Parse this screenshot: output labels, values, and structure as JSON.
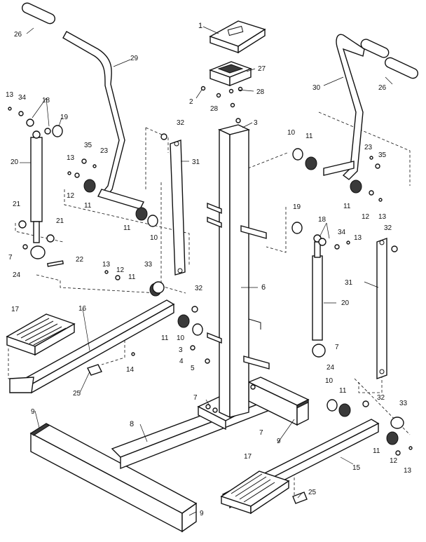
{
  "diagram": {
    "callouts": [
      {
        "id": "c1",
        "text": "1"
      },
      {
        "id": "c2",
        "text": "2"
      },
      {
        "id": "c3a",
        "text": "3"
      },
      {
        "id": "c3b",
        "text": "3"
      },
      {
        "id": "c4",
        "text": "4"
      },
      {
        "id": "c5",
        "text": "5"
      },
      {
        "id": "c6",
        "text": "6"
      },
      {
        "id": "c7a",
        "text": "7"
      },
      {
        "id": "c7b",
        "text": "7"
      },
      {
        "id": "c7c",
        "text": "7"
      },
      {
        "id": "c7d",
        "text": "7"
      },
      {
        "id": "c8",
        "text": "8"
      },
      {
        "id": "c9a",
        "text": "9"
      },
      {
        "id": "c9b",
        "text": "9"
      },
      {
        "id": "c9c",
        "text": "9"
      },
      {
        "id": "c10a",
        "text": "10"
      },
      {
        "id": "c10b",
        "text": "10"
      },
      {
        "id": "c10c",
        "text": "10"
      },
      {
        "id": "c10d",
        "text": "10"
      },
      {
        "id": "c11a",
        "text": "11"
      },
      {
        "id": "c11b",
        "text": "11"
      },
      {
        "id": "c11c",
        "text": "11"
      },
      {
        "id": "c11d",
        "text": "11"
      },
      {
        "id": "c11e",
        "text": "11"
      },
      {
        "id": "c11f",
        "text": "11"
      },
      {
        "id": "c11g",
        "text": "11"
      },
      {
        "id": "c11h",
        "text": "11"
      },
      {
        "id": "c12a",
        "text": "12"
      },
      {
        "id": "c12b",
        "text": "12"
      },
      {
        "id": "c12c",
        "text": "12"
      },
      {
        "id": "c12d",
        "text": "12"
      },
      {
        "id": "c13a",
        "text": "13"
      },
      {
        "id": "c13b",
        "text": "13"
      },
      {
        "id": "c13c",
        "text": "13"
      },
      {
        "id": "c13d",
        "text": "13"
      },
      {
        "id": "c13e",
        "text": "13"
      },
      {
        "id": "c13f",
        "text": "13"
      },
      {
        "id": "c14",
        "text": "14"
      },
      {
        "id": "c15",
        "text": "15"
      },
      {
        "id": "c16",
        "text": "16"
      },
      {
        "id": "c17a",
        "text": "17"
      },
      {
        "id": "c17b",
        "text": "17"
      },
      {
        "id": "c18a",
        "text": "18"
      },
      {
        "id": "c18b",
        "text": "18"
      },
      {
        "id": "c19a",
        "text": "19"
      },
      {
        "id": "c19b",
        "text": "19"
      },
      {
        "id": "c20a",
        "text": "20"
      },
      {
        "id": "c20b",
        "text": "20"
      },
      {
        "id": "c21a",
        "text": "21"
      },
      {
        "id": "c21b",
        "text": "21"
      },
      {
        "id": "c22",
        "text": "22"
      },
      {
        "id": "c23a",
        "text": "23"
      },
      {
        "id": "c23b",
        "text": "23"
      },
      {
        "id": "c24a",
        "text": "24"
      },
      {
        "id": "c24b",
        "text": "24"
      },
      {
        "id": "c25a",
        "text": "25"
      },
      {
        "id": "c25b",
        "text": "25"
      },
      {
        "id": "c26a",
        "text": "26"
      },
      {
        "id": "c26b",
        "text": "26"
      },
      {
        "id": "c27",
        "text": "27"
      },
      {
        "id": "c28a",
        "text": "28"
      },
      {
        "id": "c28b",
        "text": "28"
      },
      {
        "id": "c29",
        "text": "29"
      },
      {
        "id": "c30",
        "text": "30"
      },
      {
        "id": "c31a",
        "text": "31"
      },
      {
        "id": "c31b",
        "text": "31"
      },
      {
        "id": "c32a",
        "text": "32"
      },
      {
        "id": "c32b",
        "text": "32"
      },
      {
        "id": "c32c",
        "text": "32"
      },
      {
        "id": "c32d",
        "text": "32"
      },
      {
        "id": "c33a",
        "text": "33"
      },
      {
        "id": "c33b",
        "text": "33"
      },
      {
        "id": "c34a",
        "text": "34"
      },
      {
        "id": "c34b",
        "text": "34"
      },
      {
        "id": "c35a",
        "text": "35"
      },
      {
        "id": "c35b",
        "text": "35"
      }
    ]
  }
}
